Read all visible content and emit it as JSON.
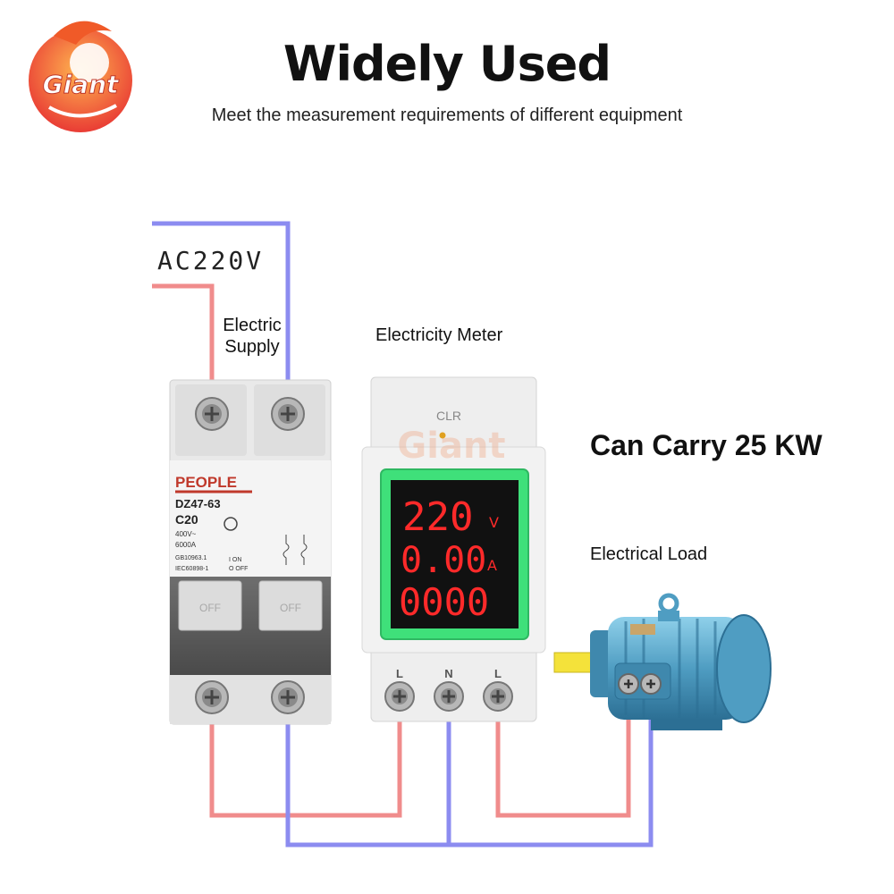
{
  "brand": {
    "logo_text": "Giant",
    "watermark_text": "Giant"
  },
  "header": {
    "title": "Widely Used",
    "subtitle": "Meet the measurement requirements of different equipment"
  },
  "labels": {
    "ac_voltage": "AC220V",
    "electric_supply": "Electric\nSupply",
    "electricity_meter": "Electricity Meter",
    "capacity": "Can Carry 25 KW",
    "electrical_load": "Electrical Load"
  },
  "breaker": {
    "brand": "PEOPLE",
    "model": "DZ47-63",
    "rating": "C20",
    "voltage": "400V~",
    "breaking_capacity": "6000A",
    "standard_1": "GB10963.1",
    "standard_2": "IEC60898-1",
    "on_label": "I ON",
    "off_label": "O OFF",
    "switch_label": "OFF"
  },
  "meter": {
    "clr_label": "CLR",
    "voltage_reading": "220",
    "voltage_unit": "V",
    "current_reading": "0.00",
    "current_unit": "A",
    "power_reading": "0000",
    "terminal_l_in": "L",
    "terminal_n": "N",
    "terminal_l_out": "L"
  },
  "colors": {
    "live_wire": "#f08c8c",
    "neutral_wire": "#8c8cf0",
    "motor_body": "#5fa8c8",
    "display_red": "#ff2a2a",
    "display_bezel": "#3fe07a"
  }
}
